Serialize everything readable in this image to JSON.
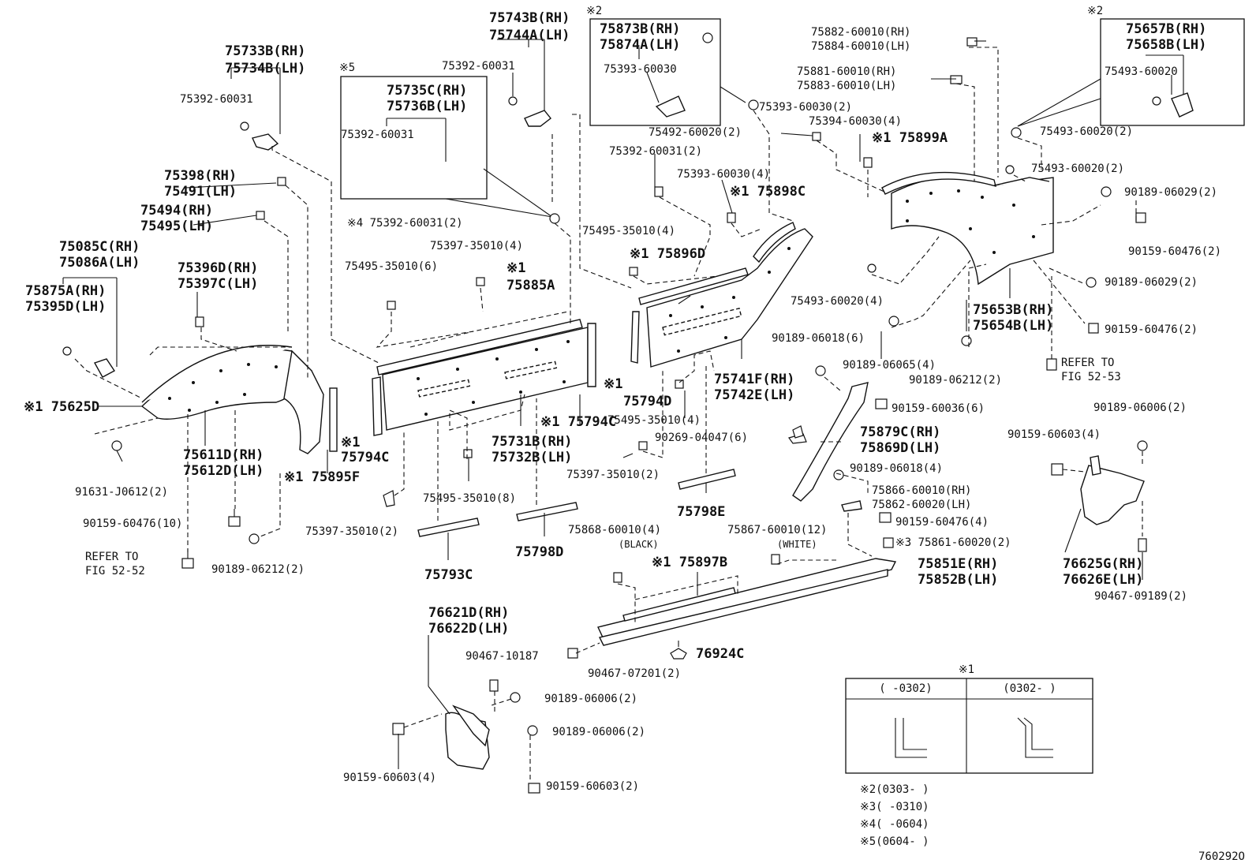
{
  "diagram_id": "760292O",
  "legend": {
    "table_title": "※1",
    "col1": "(    -0302)",
    "col2": "(0302-     )",
    "notes": [
      "※2(0303-     )",
      "※3(     -0310)",
      "※4(     -0604)",
      "※5(0604-     )"
    ]
  },
  "labels": [
    {
      "name": "lbl-75733b",
      "text": "75733B(RH)"
    },
    {
      "name": "lbl-75734b",
      "text": "75734B(LH)"
    },
    {
      "name": "lbl-75392-a",
      "text": "75392-60031"
    },
    {
      "name": "lbl-75398",
      "text": "75398(RH)"
    },
    {
      "name": "lbl-75491",
      "text": "75491(LH)"
    },
    {
      "name": "lbl-75494",
      "text": "75494(RH)"
    },
    {
      "name": "lbl-75495",
      "text": "75495(LH)"
    },
    {
      "name": "lbl-75085c",
      "text": "75085C(RH)"
    },
    {
      "name": "lbl-75086a",
      "text": "75086A(LH)"
    },
    {
      "name": "lbl-75875a",
      "text": "75875A(RH)"
    },
    {
      "name": "lbl-75395d",
      "text": "75395D(LH)"
    },
    {
      "name": "lbl-75396d",
      "text": "75396D(RH)"
    },
    {
      "name": "lbl-75397c",
      "text": "75397C(LH)"
    },
    {
      "name": "lbl-75625d",
      "text": "※1 75625D"
    },
    {
      "name": "lbl-75611d",
      "text": "75611D(RH)"
    },
    {
      "name": "lbl-75612d",
      "text": "75612D(LH)"
    },
    {
      "name": "lbl-91631",
      "text": "91631-J0612(2)"
    },
    {
      "name": "lbl-90159-a",
      "text": "90159-60476(10)"
    },
    {
      "name": "lbl-refer-a1",
      "text": "REFER TO"
    },
    {
      "name": "lbl-refer-a2",
      "text": "FIG 52-52"
    },
    {
      "name": "lbl-90189-a",
      "text": "90189-06212(2)"
    },
    {
      "name": "lbl-75895f",
      "text": "※1 75895F"
    },
    {
      "name": "lbl-box5-mark",
      "text": "※5"
    },
    {
      "name": "lbl-75735c",
      "text": "75735C(RH)"
    },
    {
      "name": "lbl-75736b",
      "text": "75736B(LH)"
    },
    {
      "name": "lbl-75392-b",
      "text": "75392-60031"
    },
    {
      "name": "lbl-75743b",
      "text": "75743B(RH)"
    },
    {
      "name": "lbl-75744a",
      "text": "75744A(LH)"
    },
    {
      "name": "lbl-75392-c",
      "text": "75392-60031"
    },
    {
      "name": "lbl-75392-d",
      "text": "※4 75392-60031(2)"
    },
    {
      "name": "lbl-75397-a",
      "text": "75397-35010(4)"
    },
    {
      "name": "lbl-75495-a",
      "text": "75495-35010(6)"
    },
    {
      "name": "lbl-75885a",
      "text": "※1"
    },
    {
      "name": "lbl-75885a2",
      "text": "75885A"
    },
    {
      "name": "lbl-75794c-a1",
      "text": "※1"
    },
    {
      "name": "lbl-75794c-a2",
      "text": "75794C"
    },
    {
      "name": "lbl-75794c-b",
      "text": "※1 75794C"
    },
    {
      "name": "lbl-75731b",
      "text": "75731B(RH)"
    },
    {
      "name": "lbl-75732b",
      "text": "75732B(LH)"
    },
    {
      "name": "lbl-75495-b",
      "text": "75495-35010(8)"
    },
    {
      "name": "lbl-75397-b",
      "text": "75397-35010(2)"
    },
    {
      "name": "lbl-75793c",
      "text": "75793C"
    },
    {
      "name": "lbl-75798d",
      "text": "75798D"
    },
    {
      "name": "lbl-box2-mark",
      "text": "※2"
    },
    {
      "name": "lbl-75873b",
      "text": "75873B(RH)"
    },
    {
      "name": "lbl-75874a",
      "text": "75874A(LH)"
    },
    {
      "name": "lbl-75393-a",
      "text": "75393-60030"
    },
    {
      "name": "lbl-75393-b",
      "text": "75393-60030(2)"
    },
    {
      "name": "lbl-75492",
      "text": "75492-60020(2)"
    },
    {
      "name": "lbl-75392-e",
      "text": "75392-60031(2)"
    },
    {
      "name": "lbl-75393-c",
      "text": "75393-60030(4)"
    },
    {
      "name": "lbl-75898c",
      "text": "※1 75898C"
    },
    {
      "name": "lbl-75495-c",
      "text": "75495-35010(4)"
    },
    {
      "name": "lbl-75896d",
      "text": "※1 75896D"
    },
    {
      "name": "lbl-75794d-1",
      "text": "※1"
    },
    {
      "name": "lbl-75794d-2",
      "text": "75794D"
    },
    {
      "name": "lbl-75495-d",
      "text": "75495-35010(4)"
    },
    {
      "name": "lbl-75741f",
      "text": "75741F(RH)"
    },
    {
      "name": "lbl-75742e",
      "text": "75742E(LH)"
    },
    {
      "name": "lbl-90269",
      "text": "90269-04047(6)"
    },
    {
      "name": "lbl-75397-c",
      "text": "75397-35010(2)"
    },
    {
      "name": "lbl-75798e",
      "text": "75798E"
    },
    {
      "name": "lbl-75868",
      "text": "75868-60010(4)"
    },
    {
      "name": "lbl-black",
      "text": "(BLACK)"
    },
    {
      "name": "lbl-75867",
      "text": "75867-60010(12)"
    },
    {
      "name": "lbl-white",
      "text": "(WHITE)"
    },
    {
      "name": "lbl-75897b",
      "text": "※1 75897B"
    },
    {
      "name": "lbl-75851e",
      "text": "75851E(RH)"
    },
    {
      "name": "lbl-75852b",
      "text": "75852B(LH)"
    },
    {
      "name": "lbl-76924c",
      "text": "76924C"
    },
    {
      "name": "lbl-90467-a",
      "text": "90467-07201(2)"
    },
    {
      "name": "lbl-76621d",
      "text": "76621D(RH)"
    },
    {
      "name": "lbl-76622d",
      "text": "76622D(LH)"
    },
    {
      "name": "lbl-90467-b",
      "text": "90467-10187"
    },
    {
      "name": "lbl-90189-b",
      "text": "90189-06006(2)"
    },
    {
      "name": "lbl-90189-c",
      "text": "90189-06006(2)"
    },
    {
      "name": "lbl-90159-b",
      "text": "90159-60603(4)"
    },
    {
      "name": "lbl-90159-c",
      "text": "90159-60603(2)"
    },
    {
      "name": "lbl-75882",
      "text": "75882-60010(RH)"
    },
    {
      "name": "lbl-75884",
      "text": "75884-60010(LH)"
    },
    {
      "name": "lbl-75881",
      "text": "75881-60010(RH)"
    },
    {
      "name": "lbl-75883",
      "text": "75883-60010(LH)"
    },
    {
      "name": "lbl-75394",
      "text": "75394-60030(4)"
    },
    {
      "name": "lbl-75899a",
      "text": "※1 75899A"
    },
    {
      "name": "lbl-box2b-mark",
      "text": "※2"
    },
    {
      "name": "lbl-75657b",
      "text": "75657B(RH)"
    },
    {
      "name": "lbl-75658b",
      "text": "75658B(LH)"
    },
    {
      "name": "lbl-75493-a",
      "text": "75493-60020"
    },
    {
      "name": "lbl-75493-b",
      "text": "75493-60020(2)"
    },
    {
      "name": "lbl-75493-c",
      "text": "75493-60020(2)"
    },
    {
      "name": "lbl-90189-d",
      "text": "90189-06029(2)"
    },
    {
      "name": "lbl-90159-d",
      "text": "90159-60476(2)"
    },
    {
      "name": "lbl-90189-e",
      "text": "90189-06029(2)"
    },
    {
      "name": "lbl-75493-d",
      "text": "75493-60020(4)"
    },
    {
      "name": "lbl-75653b",
      "text": "75653B(RH)"
    },
    {
      "name": "lbl-75654b",
      "text": "75654B(LH)"
    },
    {
      "name": "lbl-90159-e",
      "text": "90159-60476(2)"
    },
    {
      "name": "lbl-90189-f",
      "text": "90189-06018(6)"
    },
    {
      "name": "lbl-90189-g",
      "text": "90189-06065(4)"
    },
    {
      "name": "lbl-90189-h",
      "text": "90189-06212(2)"
    },
    {
      "name": "lbl-refer-b1",
      "text": "REFER TO"
    },
    {
      "name": "lbl-refer-b2",
      "text": "FIG 52-53"
    },
    {
      "name": "lbl-90159-f",
      "text": "90159-60036(6)"
    },
    {
      "name": "lbl-75879c",
      "text": "75879C(RH)"
    },
    {
      "name": "lbl-75869d",
      "text": "75869D(LH)"
    },
    {
      "name": "lbl-90189-i",
      "text": "90189-06018(4)"
    },
    {
      "name": "lbl-75866",
      "text": "75866-60010(RH)"
    },
    {
      "name": "lbl-75862",
      "text": "75862-60020(LH)"
    },
    {
      "name": "lbl-90159-g",
      "text": "90159-60476(4)"
    },
    {
      "name": "lbl-75861",
      "text": "※3 75861-60020(2)"
    },
    {
      "name": "lbl-90189-j",
      "text": "90189-06006(2)"
    },
    {
      "name": "lbl-90159-h",
      "text": "90159-60603(4)"
    },
    {
      "name": "lbl-76625g",
      "text": "76625G(RH)"
    },
    {
      "name": "lbl-76626e",
      "text": "76626E(LH)"
    },
    {
      "name": "lbl-90467-c",
      "text": "90467-09189(2)"
    }
  ]
}
